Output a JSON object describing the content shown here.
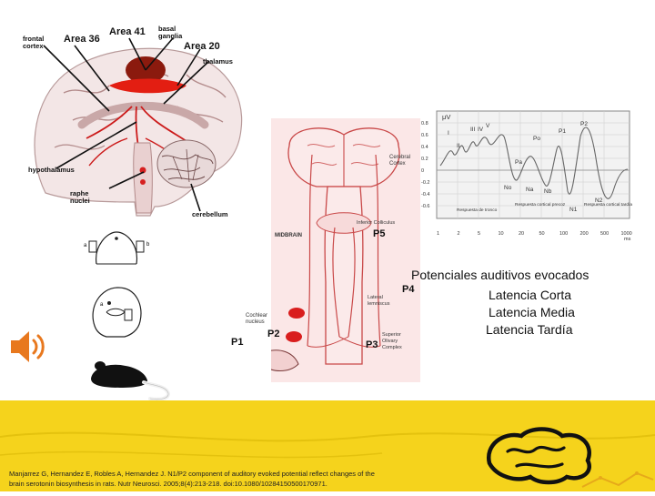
{
  "brain_labels": {
    "frontal_cortex": "frontal cortex",
    "area_36": "Area 36",
    "area_41": "Area 41",
    "basal_ganglia": "basal ganglia",
    "area_20": "Area 20",
    "thalamus": "thalamus",
    "hypothalamus": "hypothalamus",
    "raphe_nuclei": "raphe nuclei",
    "cerebellum": "cerebellum"
  },
  "pathway_labels": {
    "cerebral_cortex": "Cerebral Cortex",
    "inferior_colliculus": "Inferior Colliculus",
    "p5": "P5",
    "midbrain": "MIDBRAIN",
    "p4": "P4",
    "lateral_lemniscus": "Lateral lemniscus",
    "cochlear_nucleus": "Cochlear nucleus",
    "p2": "P2",
    "p1": "P1",
    "p3": "P3",
    "superior_olivary_complex": "Superior Olivary Complex"
  },
  "graph": {
    "y_unit": "μV",
    "y_ticks": [
      "0.8",
      "0.6",
      "0.4",
      "0.2",
      "0",
      "-0.2",
      "-0.4",
      "-0.6"
    ],
    "x_ticks": [
      "1",
      "2",
      "5",
      "10",
      "20",
      "50",
      "100",
      "200",
      "500",
      "1000"
    ],
    "x_unit": "ms",
    "wave_labels": [
      "I",
      "II",
      "III",
      "IV",
      "V",
      "Po",
      "Pa",
      "No",
      "Na",
      "Nb",
      "P1",
      "P2",
      "N1",
      "N2"
    ],
    "region_labels": [
      "Respuesta de tronco",
      "Respuesta cortical precoz",
      "Respuesta cortical tardía"
    ]
  },
  "potenciales": {
    "title": "Potenciales auditivos evocados",
    "corta": "Latencia Corta",
    "media": "Latencia Media",
    "tardia": "Latencia Tardía"
  },
  "citation": {
    "line1": "Manjarrez G, Hernandez E, Robles A, Hernandez J. N1/P2 component of auditory evoked potential reflect changes of the",
    "line2": "brain serotonin biosynthesis in rats. Nutr Neurosci. 2005;8(4):213-218. doi:10.1080/10284150500170971."
  },
  "icons": {
    "speaker": "speaker-icon",
    "mouse": "mouse-icon",
    "brain_logo": "brain-logo-icon"
  },
  "colors": {
    "footer": "#f5d31c",
    "speaker": "#e8781e",
    "pathway_red": "#d91e1e",
    "area_dark_red": "#8b1a0e"
  }
}
